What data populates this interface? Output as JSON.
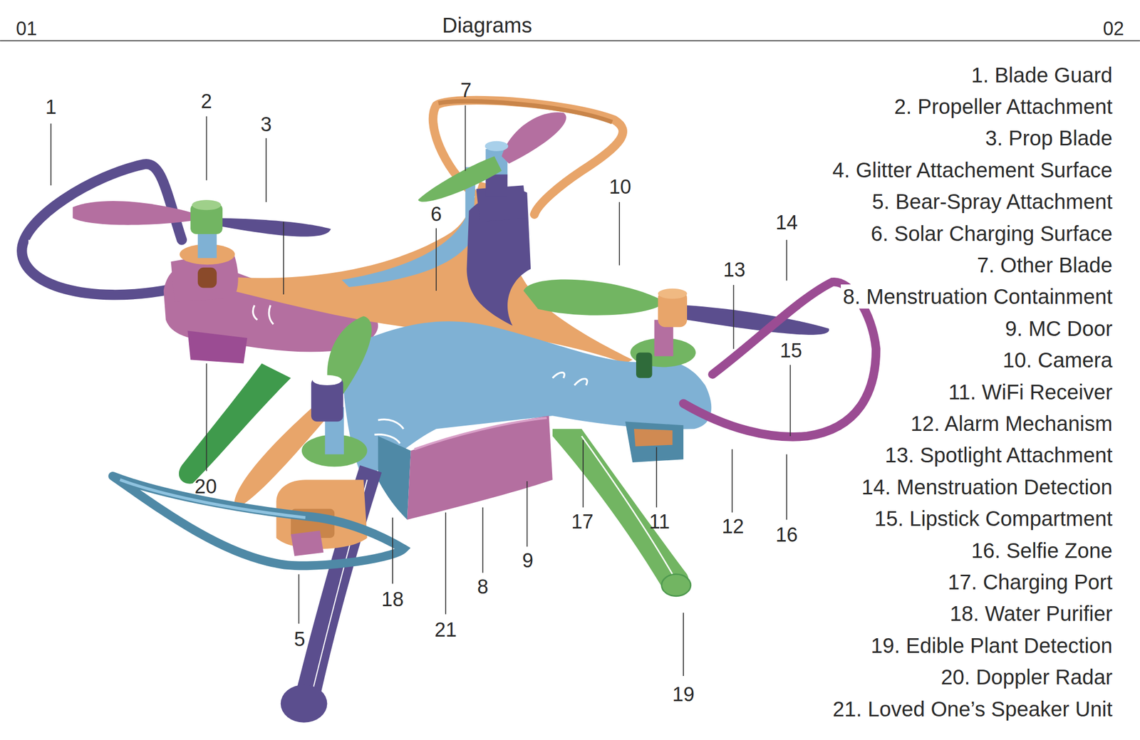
{
  "diagram": {
    "title": "Diagrams",
    "labels": [
      "01",
      "02",
      "7",
      "2",
      "1",
      "3",
      "10",
      "6",
      "14",
      "13",
      "15",
      "20",
      "17",
      "11",
      "12",
      "16",
      "9",
      "8",
      "18",
      "21",
      "5",
      "19",
      "1. Blade Guard",
      "2. Propeller Attachment",
      "3. Prop Blade",
      "4. Glitter Attachement Surface",
      "5. Bear-Spray Attachment",
      "6. Solar Charging Surface",
      "7. Other Blade",
      "8. Menstruation Containment",
      "9. MC Door",
      "10. Camera",
      "11. WiFi Receiver",
      "12. Alarm Mechanism",
      "13. Spotlight Attachment",
      "14. Menstruation Detection",
      "15. Lipstick Compartment",
      "16. Selfie Zone",
      "17. Charging Port",
      "18. Water Purifier",
      "19. Edible Plant Detection",
      "20. Doppler Radar",
      "21. Loved One’s Speaker Unit"
    ]
  }
}
